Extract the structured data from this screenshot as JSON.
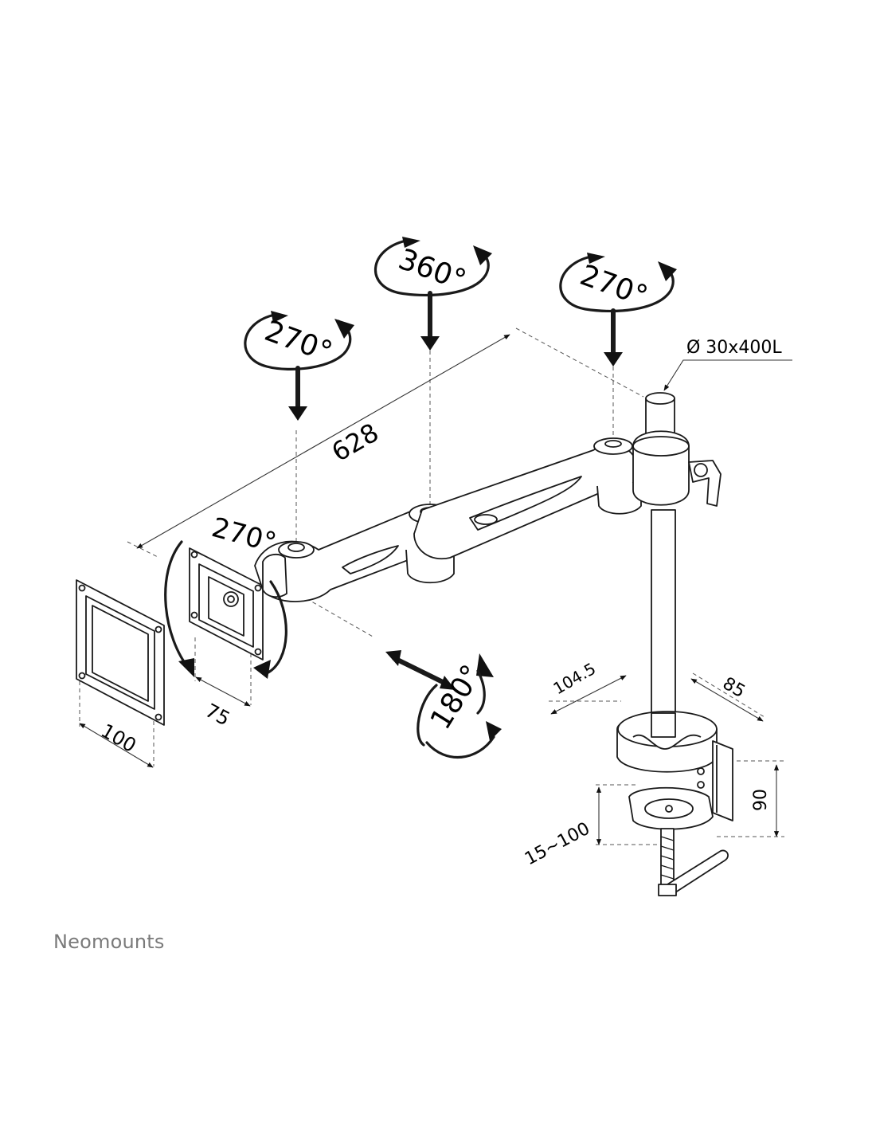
{
  "brand": {
    "name": "Neomounts",
    "color": "#7a7a7a"
  },
  "diagram": {
    "rotation_labels": {
      "arm_start": "270°",
      "arm_middle": "360°",
      "arm_top": "270°",
      "tilt": "270°",
      "swivel": "180°"
    },
    "dimension_labels": {
      "arm_length": "628",
      "pole": "Ø 30x400L",
      "vesa_large": "100",
      "vesa_small": "75",
      "clamp_depth": "104.5",
      "clamp_width": "85",
      "clamp_height": "90",
      "desk_thickness": "15~100"
    }
  }
}
